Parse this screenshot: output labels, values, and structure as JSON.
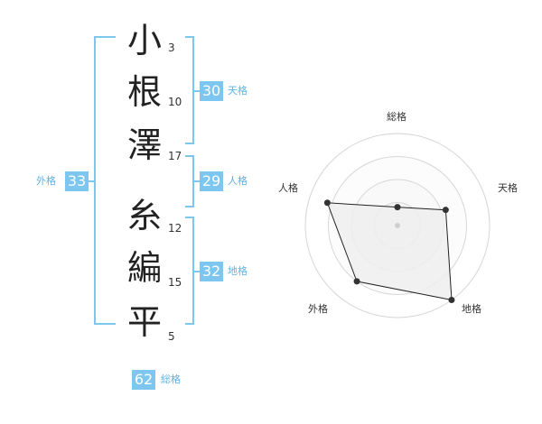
{
  "name": {
    "chars": [
      {
        "char": "小",
        "strokes": "3"
      },
      {
        "char": "根",
        "strokes": "10"
      },
      {
        "char": "澤",
        "strokes": "17"
      },
      {
        "char": "糸",
        "strokes": "12"
      },
      {
        "char": "編",
        "strokes": "15"
      },
      {
        "char": "平",
        "strokes": "5"
      }
    ]
  },
  "fortune": {
    "tenkaku": {
      "value": "30",
      "label": "天格"
    },
    "jinkaku": {
      "value": "29",
      "label": "人格"
    },
    "chikaku": {
      "value": "32",
      "label": "地格"
    },
    "gaikaku": {
      "value": "33",
      "label": "外格"
    },
    "soukaku": {
      "value": "62",
      "label": "総格"
    }
  },
  "chart_data": {
    "type": "radar",
    "axes": [
      "総格",
      "天格",
      "地格",
      "外格",
      "人格"
    ],
    "values": [
      0.2,
      0.55,
      1.0,
      0.75,
      0.8
    ],
    "range": [
      0,
      1
    ],
    "rings": 4,
    "colors": {
      "accent": "#7cc6ef",
      "fill": "#efefef",
      "line": "#222222"
    }
  }
}
